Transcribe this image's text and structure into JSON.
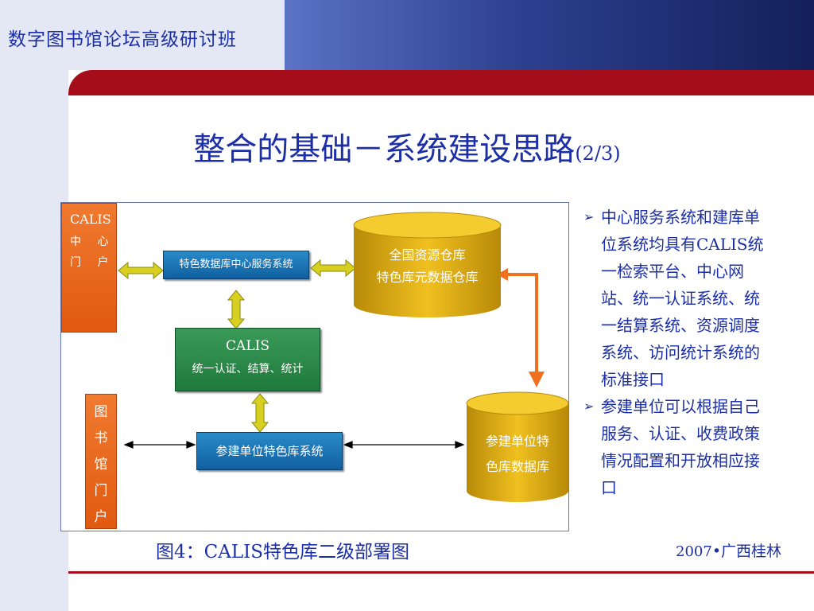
{
  "header": {
    "title": "数字图书馆论坛高级研讨班"
  },
  "slide": {
    "title": "整合的基础－系统建设思路",
    "title_suffix": "(2/3)"
  },
  "diagram": {
    "calis_portal": {
      "line1": "CALIS",
      "line2": "中 心",
      "line3": "门 户"
    },
    "library_portal": [
      "图",
      "书",
      "馆",
      "门",
      "户"
    ],
    "service_system": "特色数据库中心服务系统",
    "auth": {
      "line1": "CALIS",
      "line2": "统一认证、结算、统计"
    },
    "member_system": "参建单位特色库系统",
    "national_repo": {
      "line1": "全国资源仓库",
      "line2": "特色库元数据仓库"
    },
    "member_db": {
      "line1": "参建单位特",
      "line2": "色库数据库"
    },
    "colors": {
      "orange": "#e8661a",
      "blue": "#1a6fb0",
      "green": "#2a8a4a",
      "gold": "#d4a010",
      "arrow_yellow": "#d8d020",
      "arrow_orange": "#f07020"
    }
  },
  "caption": "图4：CALIS特色库二级部署图",
  "bullets": [
    "中心服务系统和建库单位系统均具有CALIS统一检索平台、中心网站、统一认证系统、统一结算系统、资源调度系统、访问统计系统的标准接口",
    "参建单位可以根据自己服务、认证、收费政策情况配置和开放相应接口"
  ],
  "footer": {
    "year": "2007",
    "location": "•广西桂林"
  }
}
